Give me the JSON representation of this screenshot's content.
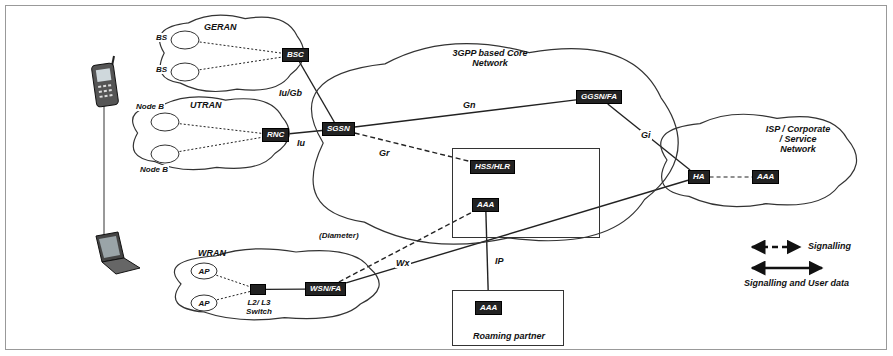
{
  "diagram": {
    "nodes": [
      {
        "text": [
          "GERAN"
        ]
      },
      {
        "text": [
          "BS"
        ],
        "in": 0
      },
      {
        "text": [
          "BS"
        ],
        "in": 0
      },
      {
        "text": [
          "BSC"
        ],
        "in": 0
      },
      {
        "text": [
          "UTRAN"
        ]
      },
      {
        "text": [
          "Node B"
        ],
        "in": 4
      },
      {
        "text": [
          "Node B"
        ],
        "in": 4
      },
      {
        "text": [
          "RNC"
        ],
        "in": 4
      },
      {
        "text": [
          "3GPP based Core Network"
        ]
      },
      {
        "text": [
          "SGSN"
        ],
        "in": 8
      },
      {
        "text": [
          "GGSN/FA"
        ],
        "in": 8
      },
      {
        "text": [
          "HSS/HLR"
        ],
        "in": 8
      },
      {
        "text": [
          "AAA"
        ],
        "in": 8
      },
      {
        "text": [
          "WRAN"
        ]
      },
      {
        "text": [
          "AP"
        ],
        "in": 13
      },
      {
        "text": [
          "AP"
        ],
        "in": 13
      },
      {
        "text": [
          "L2/ L3 Switch"
        ],
        "in": 13
      },
      {
        "text": [
          "WSN/FA"
        ],
        "in": 13
      },
      {
        "text": [
          "ISP / Corporate / Service Network"
        ]
      },
      {
        "text": [
          "HA"
        ],
        "in": 18
      },
      {
        "text": [
          "AAA"
        ],
        "in": 18
      },
      {
        "text": [
          "Roaming partner"
        ]
      },
      {
        "text": [
          "AAA"
        ],
        "in": 21
      }
    ],
    "edges": [
      {
        "from": 1,
        "to": 3,
        "arrow": "none"
      },
      {
        "from": 2,
        "to": 3,
        "arrow": "none"
      },
      {
        "from": 5,
        "to": 7,
        "arrow": "none"
      },
      {
        "from": 6,
        "to": 7,
        "arrow": "none"
      },
      {
        "from": 3,
        "to": 9,
        "label": "Iu/Gb",
        "arrow": "none"
      },
      {
        "from": 7,
        "to": 9,
        "label": "Iu",
        "arrow": "none"
      },
      {
        "from": 9,
        "to": 10,
        "label": "Gn",
        "arrow": "none"
      },
      {
        "from": 9,
        "to": 11,
        "label": "Gr",
        "arrow": "none"
      },
      {
        "from": 10,
        "to": 19,
        "label": "Gi",
        "arrow": "none"
      },
      {
        "from": 19,
        "to": 20,
        "arrow": "none"
      },
      {
        "from": 14,
        "to": 16,
        "arrow": "none"
      },
      {
        "from": 15,
        "to": 16,
        "arrow": "none"
      },
      {
        "from": 16,
        "to": 17,
        "arrow": "none"
      },
      {
        "from": 17,
        "to": 12,
        "label": "Wx",
        "arrow": "none"
      },
      {
        "from": 17,
        "to": 19,
        "arrow": "none"
      },
      {
        "from": 12,
        "to": 22,
        "label": "IP",
        "arrow": "none"
      }
    ],
    "labels": [
      "(Diameter)"
    ],
    "legend": [
      {
        "text": "Signalling"
      },
      {
        "text": "Signalling and User data"
      }
    ]
  }
}
